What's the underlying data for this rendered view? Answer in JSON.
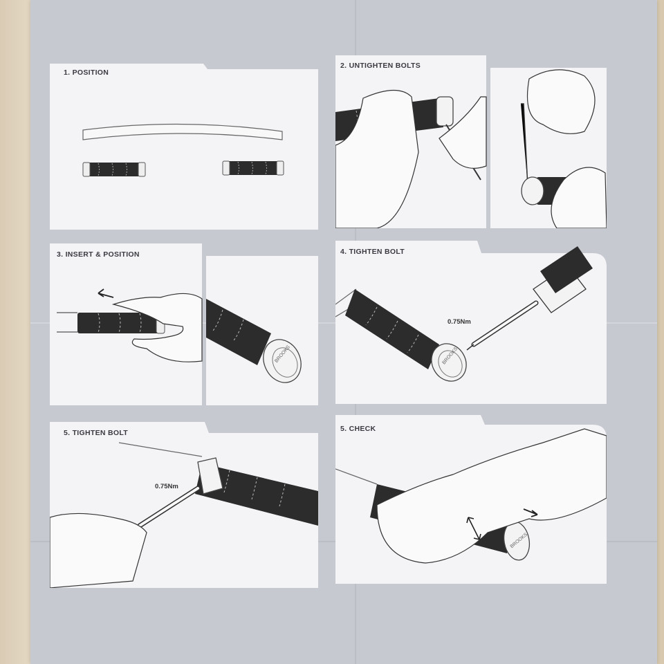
{
  "steps": [
    {
      "label": "1. POSITION"
    },
    {
      "label": "2. UNTIGHTEN BOLTS"
    },
    {
      "label": "3. INSERT & POSITION"
    },
    {
      "label": "4. TIGHTEN BOLT",
      "torque": "0.75Nm"
    },
    {
      "label": "5. TIGHTEN BOLT",
      "torque": "0.75Nm"
    },
    {
      "label": "5. CHECK"
    }
  ],
  "colors": {
    "sheet": "#c7c9d1",
    "panel": "#f4f4f7",
    "grip": "#2c2c2c",
    "line": "#555555"
  },
  "icons": [
    "left-arrow-icon",
    "right-arrow-icon",
    "double-arrow-icon",
    "hand-icon",
    "hex-key-icon",
    "torque-wrench-icon"
  ]
}
